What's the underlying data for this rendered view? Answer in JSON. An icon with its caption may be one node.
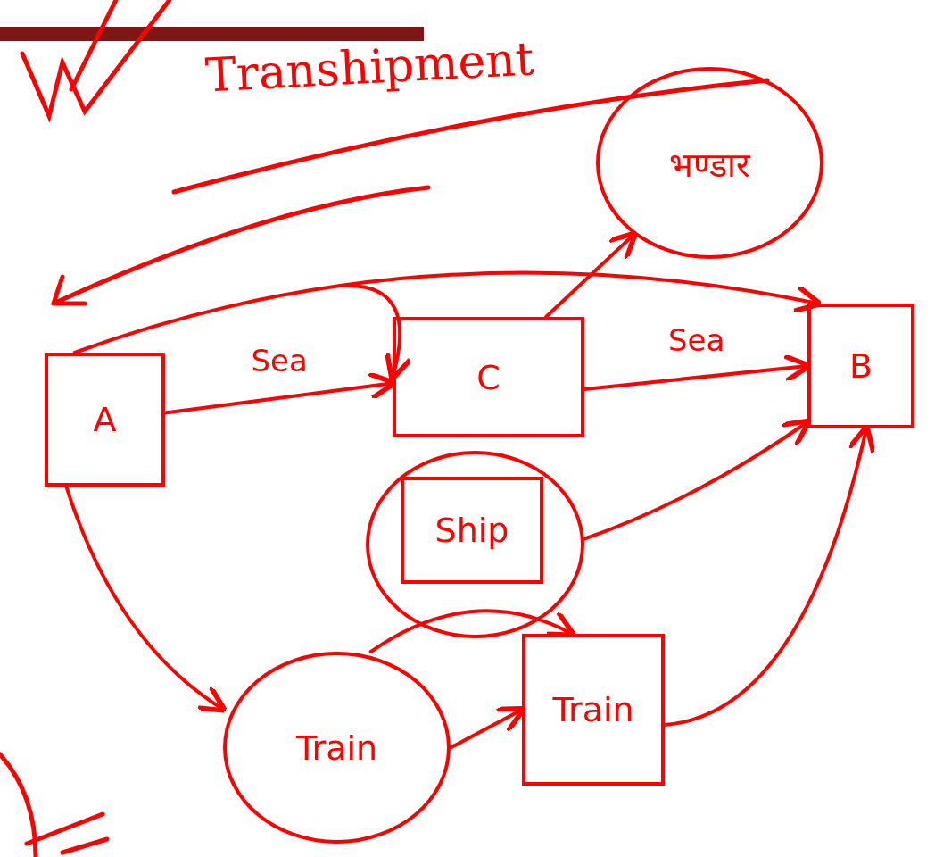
{
  "diagram": {
    "title": "Transhipment",
    "nodes": [
      {
        "text": [
          "A"
        ]
      },
      {
        "text": [
          "C"
        ]
      },
      {
        "text": [
          "B"
        ]
      },
      {
        "text": [
          "भण्डार"
        ]
      },
      {
        "text": [],
        "shape": "circle"
      },
      {
        "text": [
          "Ship"
        ],
        "in": 4
      },
      {
        "text": [
          "Train"
        ]
      },
      {
        "text": [
          "Train"
        ]
      }
    ],
    "edges": [
      {
        "from": 0,
        "to": 1,
        "arrow": "to",
        "label": "Sea"
      },
      {
        "from": 1,
        "to": 2,
        "arrow": "to",
        "label": "Sea"
      },
      {
        "from": 1,
        "to": 3,
        "arrow": "to"
      },
      {
        "from": 0,
        "to": 2,
        "arrow": "to"
      },
      {
        "from": null,
        "to": 1,
        "arrow": "to"
      },
      {
        "from": 4,
        "to": 2,
        "arrow": "to"
      },
      {
        "from": 0,
        "to": 6,
        "arrow": "to"
      },
      {
        "from": 6,
        "to": 7,
        "arrow": "to"
      },
      {
        "from": 6,
        "to": 7,
        "arrow": "to"
      },
      {
        "from": 7,
        "to": 2,
        "arrow": "to"
      }
    ]
  }
}
